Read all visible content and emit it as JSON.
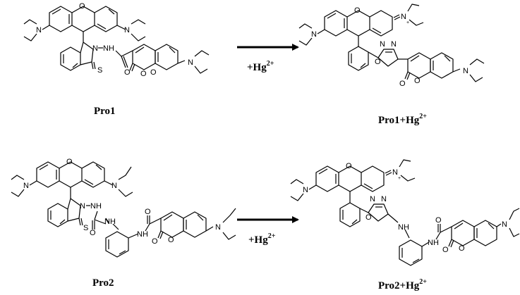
{
  "reactions": [
    {
      "reactant": {
        "label": "Pro1"
      },
      "reagent": {
        "prefix": "+Hg",
        "charge": "2+"
      },
      "product": {
        "label": "Pro1+Hg",
        "charge": "2+"
      }
    },
    {
      "reactant": {
        "label": "Pro2"
      },
      "reagent": {
        "prefix": "+Hg",
        "charge": "2+"
      },
      "product": {
        "label": "Pro2+Hg",
        "charge": "2+"
      }
    }
  ],
  "atom_labels": {
    "nitrogen": "N",
    "oxygen": "O",
    "sulfur": "S",
    "amine": "NH",
    "plus": "+"
  }
}
